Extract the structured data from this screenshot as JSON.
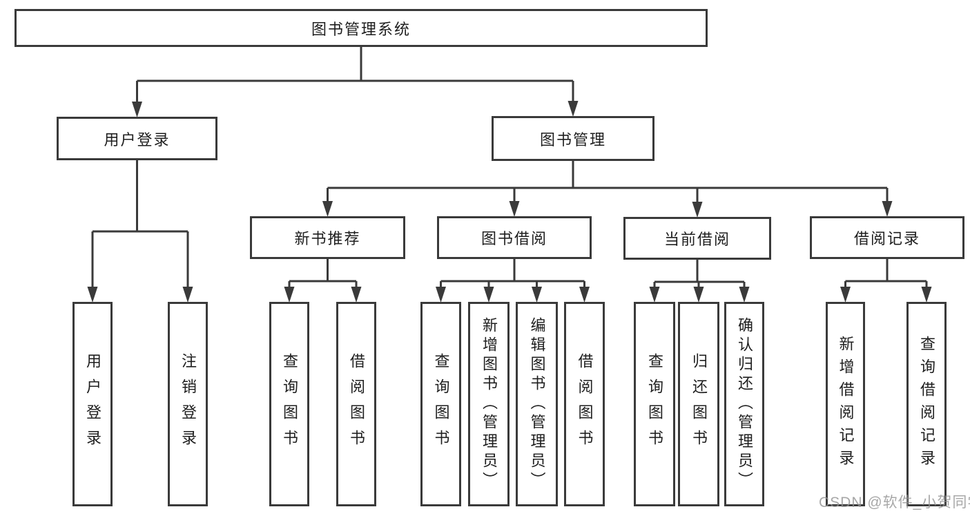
{
  "root": {
    "label": "图书管理系统"
  },
  "branches": [
    {
      "label": "用户登录",
      "leaves": [
        {
          "label": "用户登录"
        },
        {
          "label": "注销登录"
        }
      ]
    },
    {
      "label": "图书管理",
      "children": [
        {
          "label": "新书推荐",
          "leaves": [
            {
              "label": "查询图书"
            },
            {
              "label": "借阅图书"
            }
          ]
        },
        {
          "label": "图书借阅",
          "leaves": [
            {
              "label": "查询图书"
            },
            {
              "label": "新增图书（管理员）"
            },
            {
              "label": "编辑图书（管理员）"
            },
            {
              "label": "借阅图书"
            }
          ]
        },
        {
          "label": "当前借阅",
          "leaves": [
            {
              "label": "查询图书"
            },
            {
              "label": "归还图书"
            },
            {
              "label": "确认归还（管理员）"
            }
          ]
        },
        {
          "label": "借阅记录",
          "leaves": [
            {
              "label": "新增借阅记录"
            },
            {
              "label": "查询借阅记录"
            }
          ]
        }
      ]
    }
  ],
  "watermark": {
    "text": "CSDN @软件_小贺同学"
  },
  "colors": {
    "line": "#3a3a3a",
    "text": "#1e1e1e",
    "watermark": "#949494",
    "background": "#ffffff"
  }
}
